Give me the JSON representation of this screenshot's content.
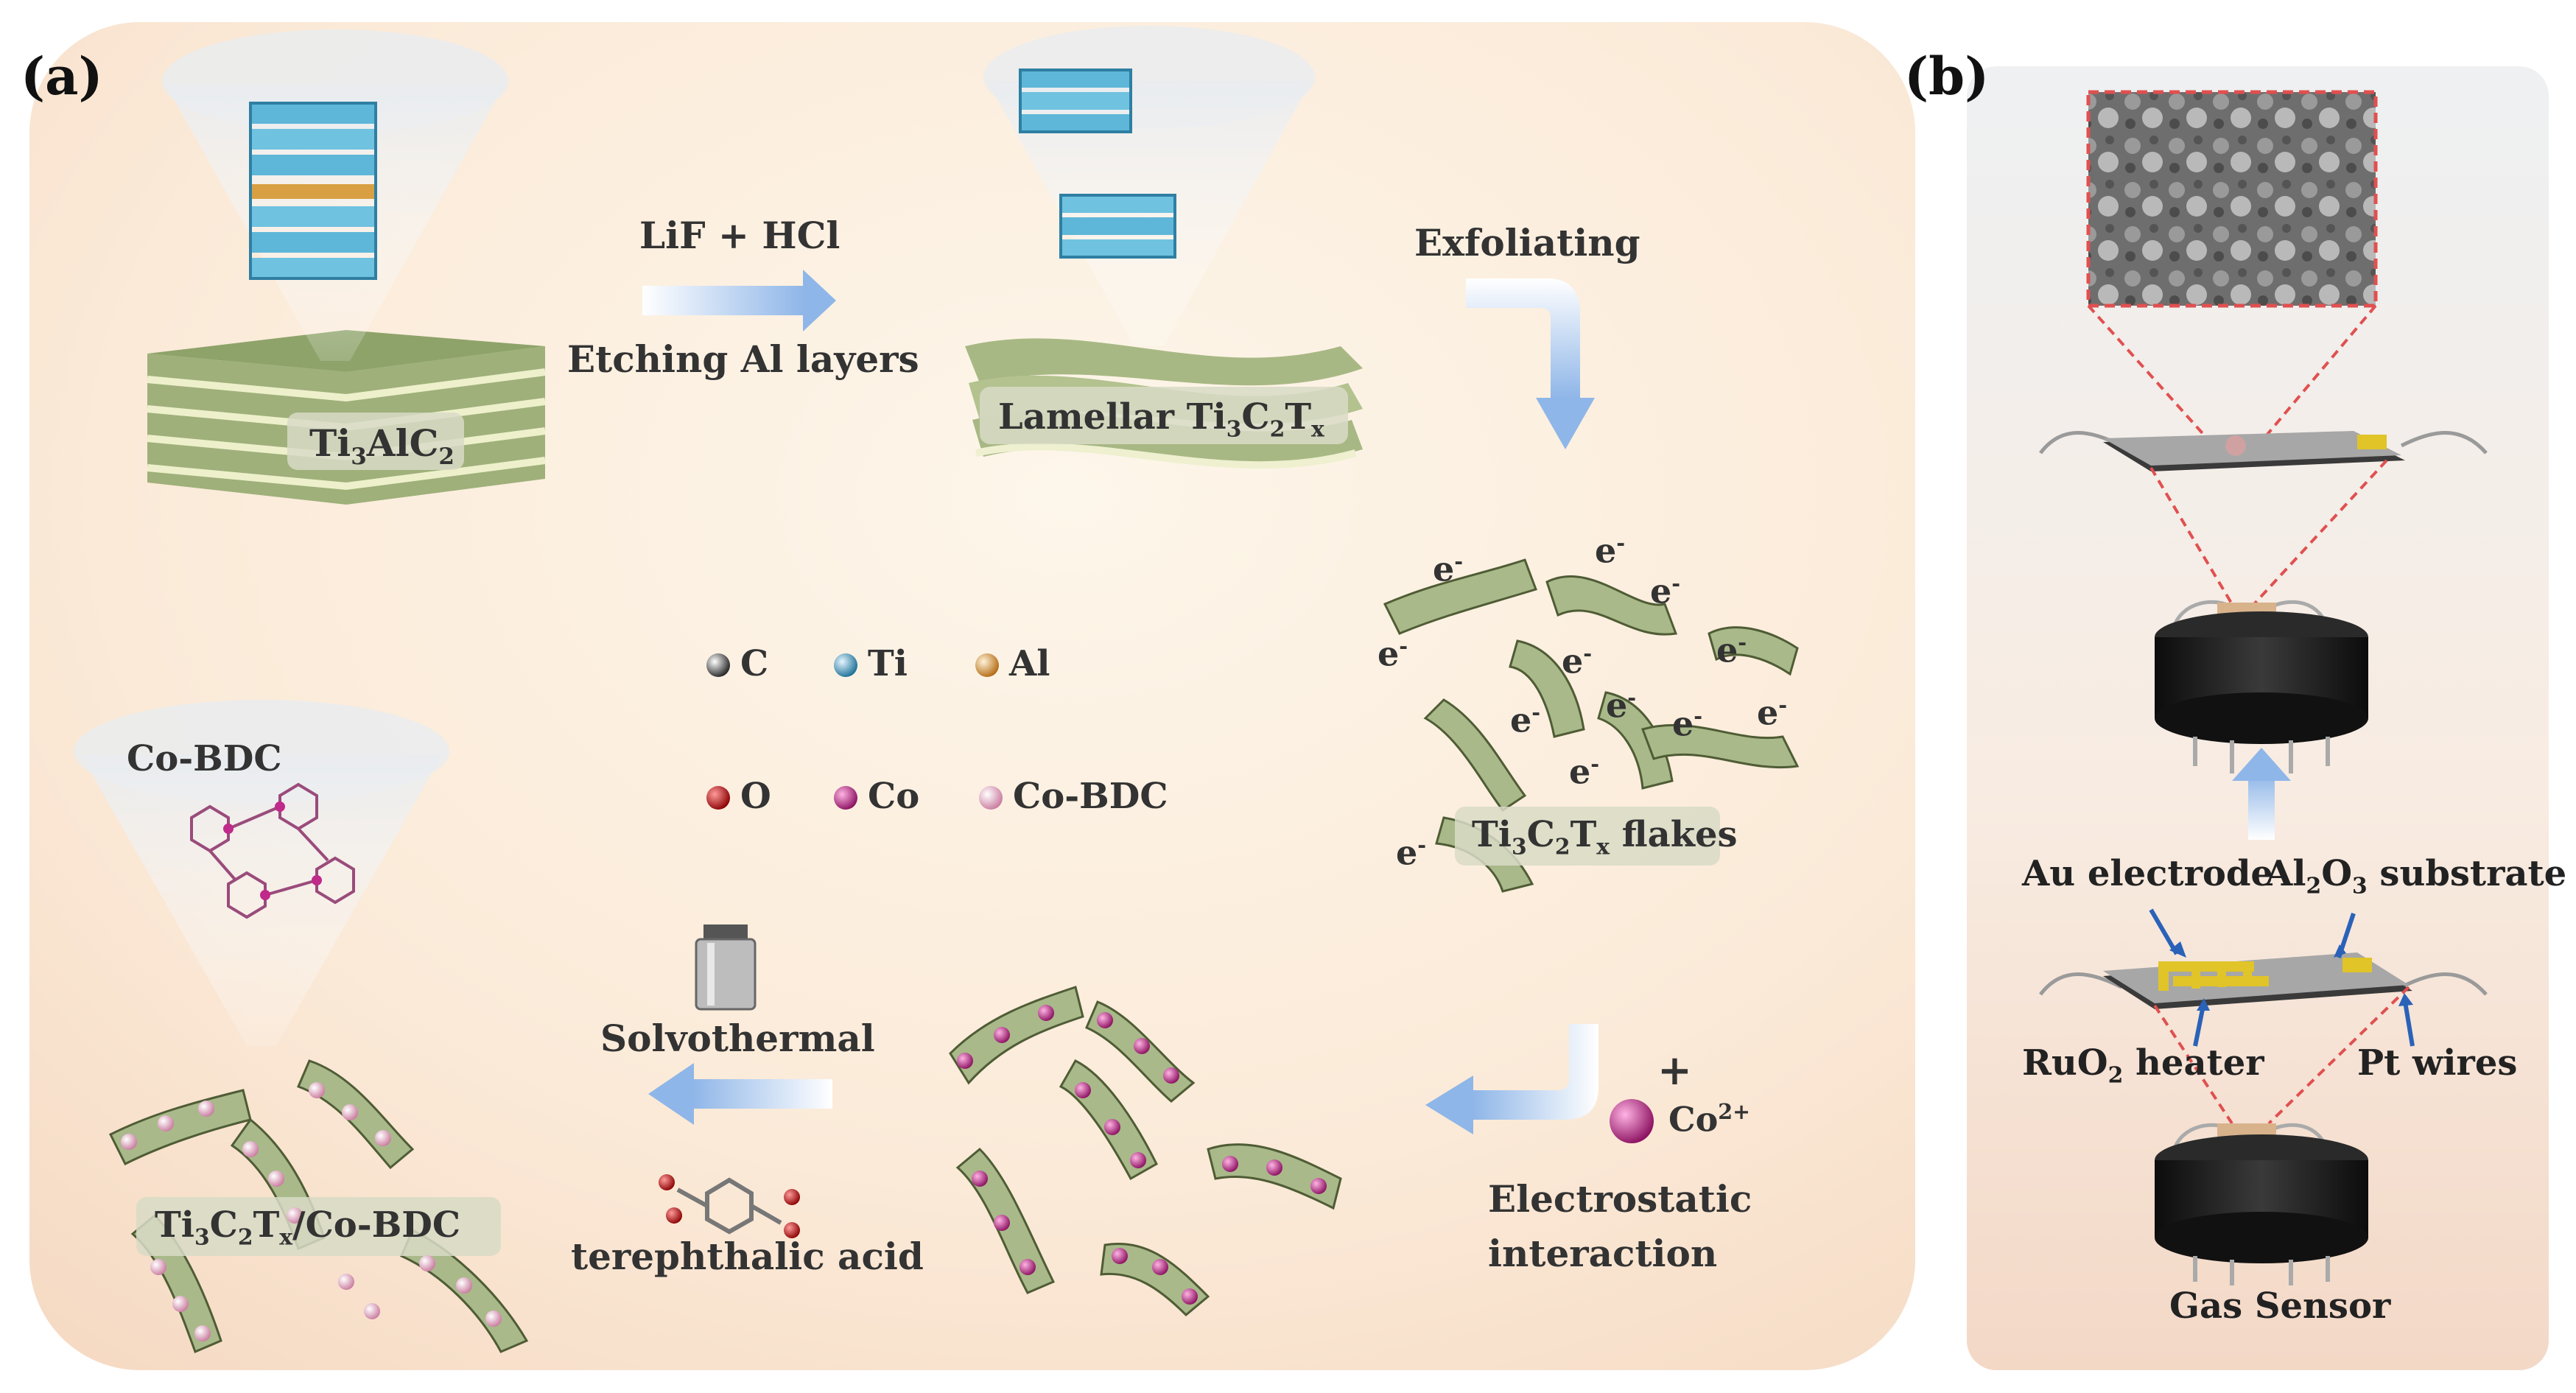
{
  "panel_a": {
    "letter": "(a)",
    "ti3alc2": {
      "base": "Ti",
      "s1": "3",
      "mid": "AlC",
      "s2": "2"
    },
    "step1_top": "LiF + HCl",
    "step1_bottom": "Etching Al layers",
    "lamellar": {
      "pre": "Lamellar Ti",
      "s1": "3",
      "c": "C",
      "s2": "2",
      "t": "T",
      "s3": "x"
    },
    "step2": "Exfoliating",
    "flakes": {
      "ti": "Ti",
      "s1": "3",
      "c": "C",
      "s2": "2",
      "t": "T",
      "s3": "x",
      "post": " flakes"
    },
    "electron": "e",
    "electron_sup": "-",
    "legend": [
      {
        "sym": "C",
        "color": "#2a2a2a"
      },
      {
        "sym": "Ti",
        "color": "#2a8ab0"
      },
      {
        "sym": "Al",
        "color": "#c8862a"
      },
      {
        "sym": "O",
        "color": "#c01818"
      },
      {
        "sym": "Co",
        "color": "#c02a8a"
      },
      {
        "sym": "Co-BDC",
        "color": "#e8a9c4"
      }
    ],
    "co_ion": "Co",
    "co_charge": "2+",
    "plus": "+",
    "step3_a": "Electrostatic",
    "step3_b": "interaction",
    "step4_top": "Solvothermal",
    "step4_bottom": "terephthalic acid",
    "cobdc_cone": "Co-BDC",
    "product": {
      "ti": "Ti",
      "s1": "3",
      "c": "C",
      "s2": "2",
      "t": "T",
      "s3": "x",
      "post": "/Co-BDC"
    }
  },
  "panel_b": {
    "letter": "(b)",
    "au": "Au electrode",
    "al2o3": {
      "a": "Al",
      "s1": "2",
      "b": "O",
      "s2": "3",
      "c": " substrate"
    },
    "ruo2": {
      "a": "RuO",
      "s1": "2",
      "b": " heater"
    },
    "pt": "Pt wires",
    "sensor": "Gas Sensor"
  },
  "colors": {
    "panel_a_bg": "#fbe9d8",
    "sheet_green": "#a9b98a",
    "sheet_light": "#eef0d6",
    "arrow_blue": "#9cc0ea",
    "sensor_base": "#1c1c1c",
    "electrode_gold": "#e0c428",
    "guide_red": "#e05050"
  }
}
